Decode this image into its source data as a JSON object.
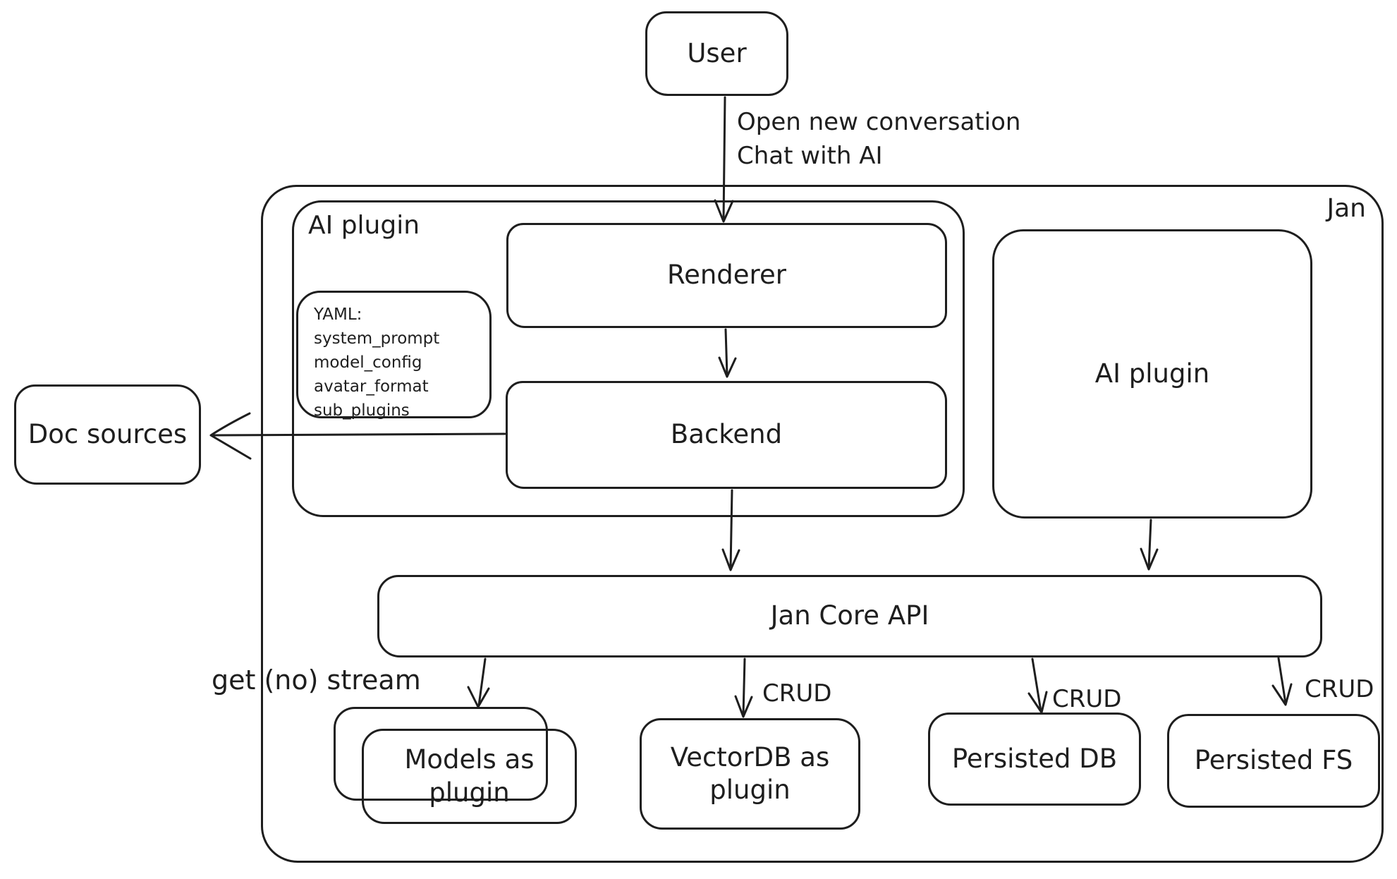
{
  "diagram": {
    "colors": {
      "stroke": "#1e1e1e",
      "background": "#ffffff"
    },
    "nodes": {
      "user": {
        "label": "User"
      },
      "jan_container": {
        "label": "Jan"
      },
      "ai_plugin_left_container": {
        "label": "AI plugin"
      },
      "renderer": {
        "label": "Renderer"
      },
      "backend": {
        "label": "Backend"
      },
      "yaml_note": {
        "lines": [
          "YAML:",
          "system_prompt",
          "model_config",
          "avatar_format",
          "sub_plugins"
        ]
      },
      "ai_plugin_right": {
        "label": "AI plugin"
      },
      "doc_sources": {
        "label": "Doc sources"
      },
      "jan_core_api": {
        "label": "Jan Core API"
      },
      "models_as_plugin": {
        "line1": "Models as",
        "line2": "plugin"
      },
      "vectordb_as_plugin": {
        "line1": "VectorDB as",
        "line2": "plugin"
      },
      "persisted_db": {
        "label": "Persisted DB"
      },
      "persisted_fs": {
        "label": "Persisted FS"
      }
    },
    "edge_labels": {
      "user_to_renderer_line1": "Open new conversation",
      "user_to_renderer_line2": "Chat with AI",
      "get_no_stream": "get (no) stream",
      "crud_vectordb": "CRUD",
      "crud_persisted_db": "CRUD",
      "crud_persisted_fs": "CRUD"
    }
  }
}
